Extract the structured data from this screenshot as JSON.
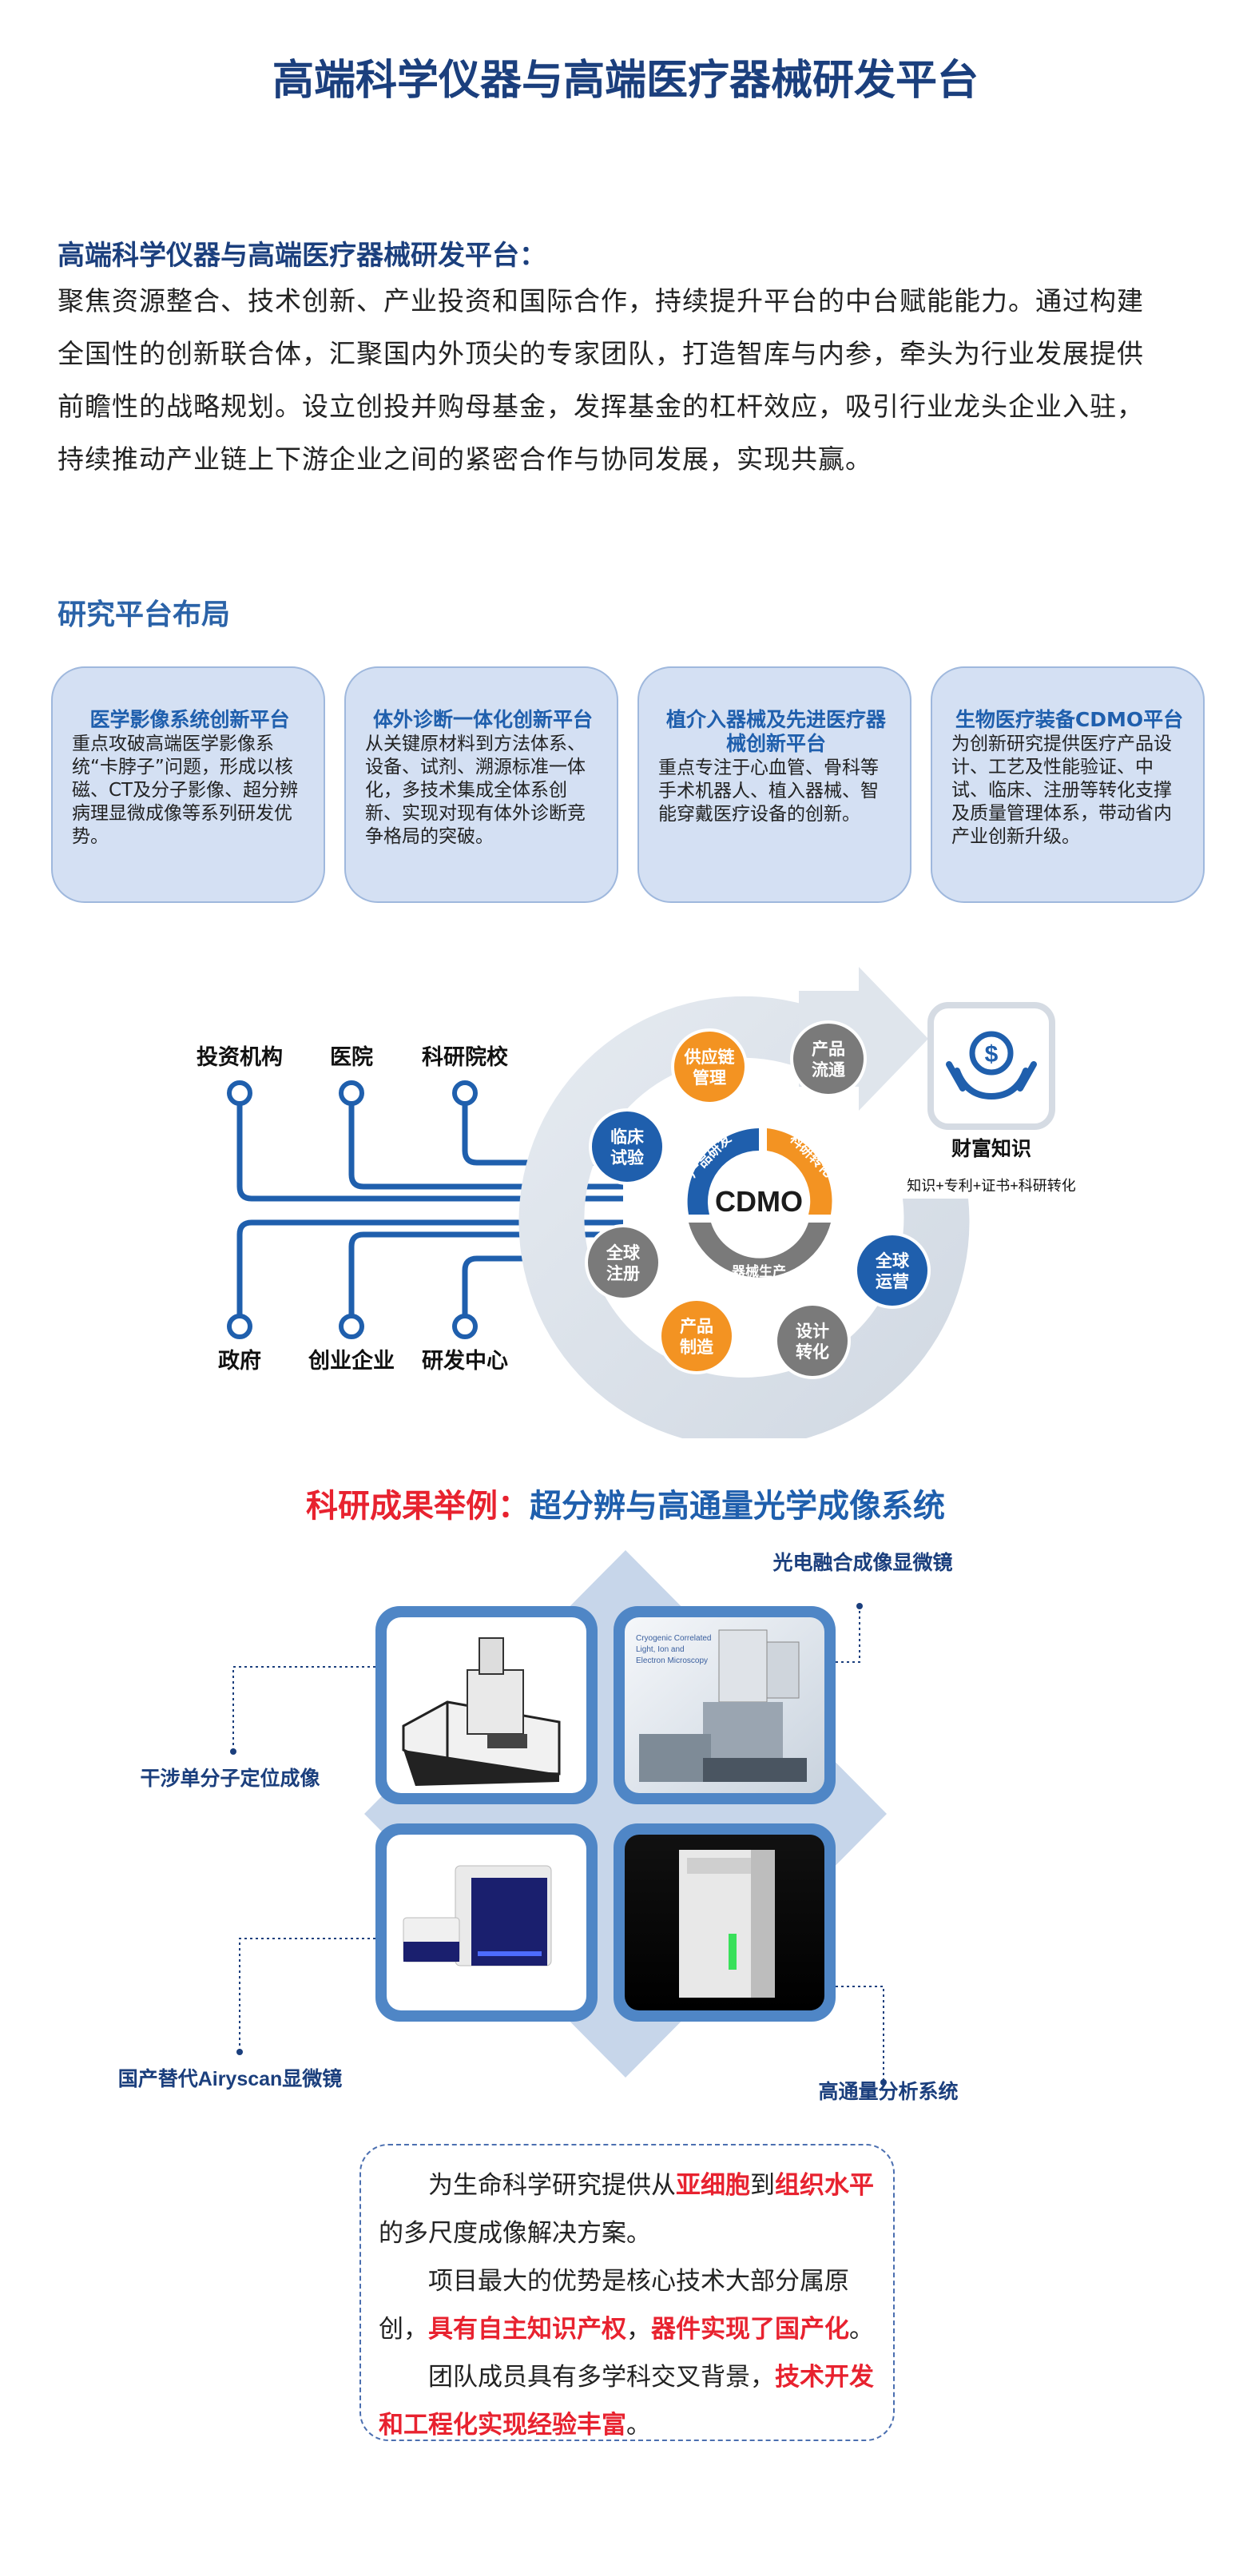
{
  "page": {
    "title": "高端科学仪器与高端医疗器械研发平台"
  },
  "intro": {
    "heading": "高端科学仪器与高端医疗器械研发平台：",
    "body": "聚焦资源整合、技术创新、产业投资和国际合作，持续提升平台的中台赋能能力。通过构建全国性的创新联合体，汇聚国内外顶尖的专家团队，打造智库与内参，牵头为行业发展提供前瞻性的战略规划。设立创投并购母基金，发挥基金的杠杆效应，吸引行业龙头企业入驻，持续推动产业链上下游企业之间的紧密合作与协同发展，实现共赢。"
  },
  "layout_section": {
    "heading": "研究平台布局"
  },
  "cards": [
    {
      "title": "医学影像系统创新平台",
      "body": "重点攻破高端医学影像系统“卡脖子”问题，形成以核磁、CT及分子影像、超分辨病理显微成像等系列研发优势。"
    },
    {
      "title": "体外诊断一体化创新平台",
      "body": "从关键原材料到方法体系、设备、试剂、溯源标准一体化，多技术集成全体系创新、实现对现有体外诊断竞争格局的突破。"
    },
    {
      "title": "植介入器械及先进医疗器械创新平台",
      "body": "重点专注于心血管、骨科等手术机器人、植入器械、智能穿戴医疗设备的创新。"
    },
    {
      "title": "生物医疗装备CDMO平台",
      "body": "为创新研究提供医疗产品设计、工艺及性能验证、中试、临床、注册等转化支撑及质量管理体系，带动省内产业创新升级。"
    }
  ],
  "diagram": {
    "top_nodes": [
      "投资机构",
      "医院",
      "科研院校"
    ],
    "bottom_nodes": [
      "政府",
      "创业企业",
      "研发中心"
    ],
    "center": "CDMO",
    "ring_labels": [
      "产品研发",
      "科研转化",
      "器械生产"
    ],
    "circles": [
      {
        "text": "供应链管理",
        "color": "#f39322"
      },
      {
        "text": "产品流通",
        "color": "#7a7a7a"
      },
      {
        "text": "临床试验",
        "color": "#1f5fad"
      },
      {
        "text": "全球注册",
        "color": "#7a7a7a"
      },
      {
        "text": "产品制造",
        "color": "#f39322"
      },
      {
        "text": "设计转化",
        "color": "#7a7a7a"
      },
      {
        "text": "全球运营",
        "color": "#1f5fad"
      }
    ],
    "wealth_title": "财富知识",
    "wealth_sub": "知识+专利+证书+科研转化",
    "wealth_icon": "money-hands-icon"
  },
  "results": {
    "title_red": "科研成果举例：",
    "title_blue": "超分辨与高通量光学成像系统",
    "labels": [
      "光电融合成像显微镜",
      "干涉单分子定位成像",
      "国产替代Airyscan显微镜",
      "高通量分析系统"
    ],
    "image_caption": "Cryogenic Correlated Light, Ion and Electron Microscopy"
  },
  "summary": {
    "p1": [
      "为生命科学研究提供从",
      "亚细胞",
      "到",
      "组织水平",
      "的多尺度成像解决方案。"
    ],
    "p2": [
      "项目最大的优势是核心技术大部分属原创，",
      "具有自主知识产权",
      "，",
      "器件实现了国产化",
      "。"
    ],
    "p3": [
      "团队成员具有多学科交叉背景，",
      "技术开发和工程化实现经验丰富",
      "。"
    ]
  }
}
